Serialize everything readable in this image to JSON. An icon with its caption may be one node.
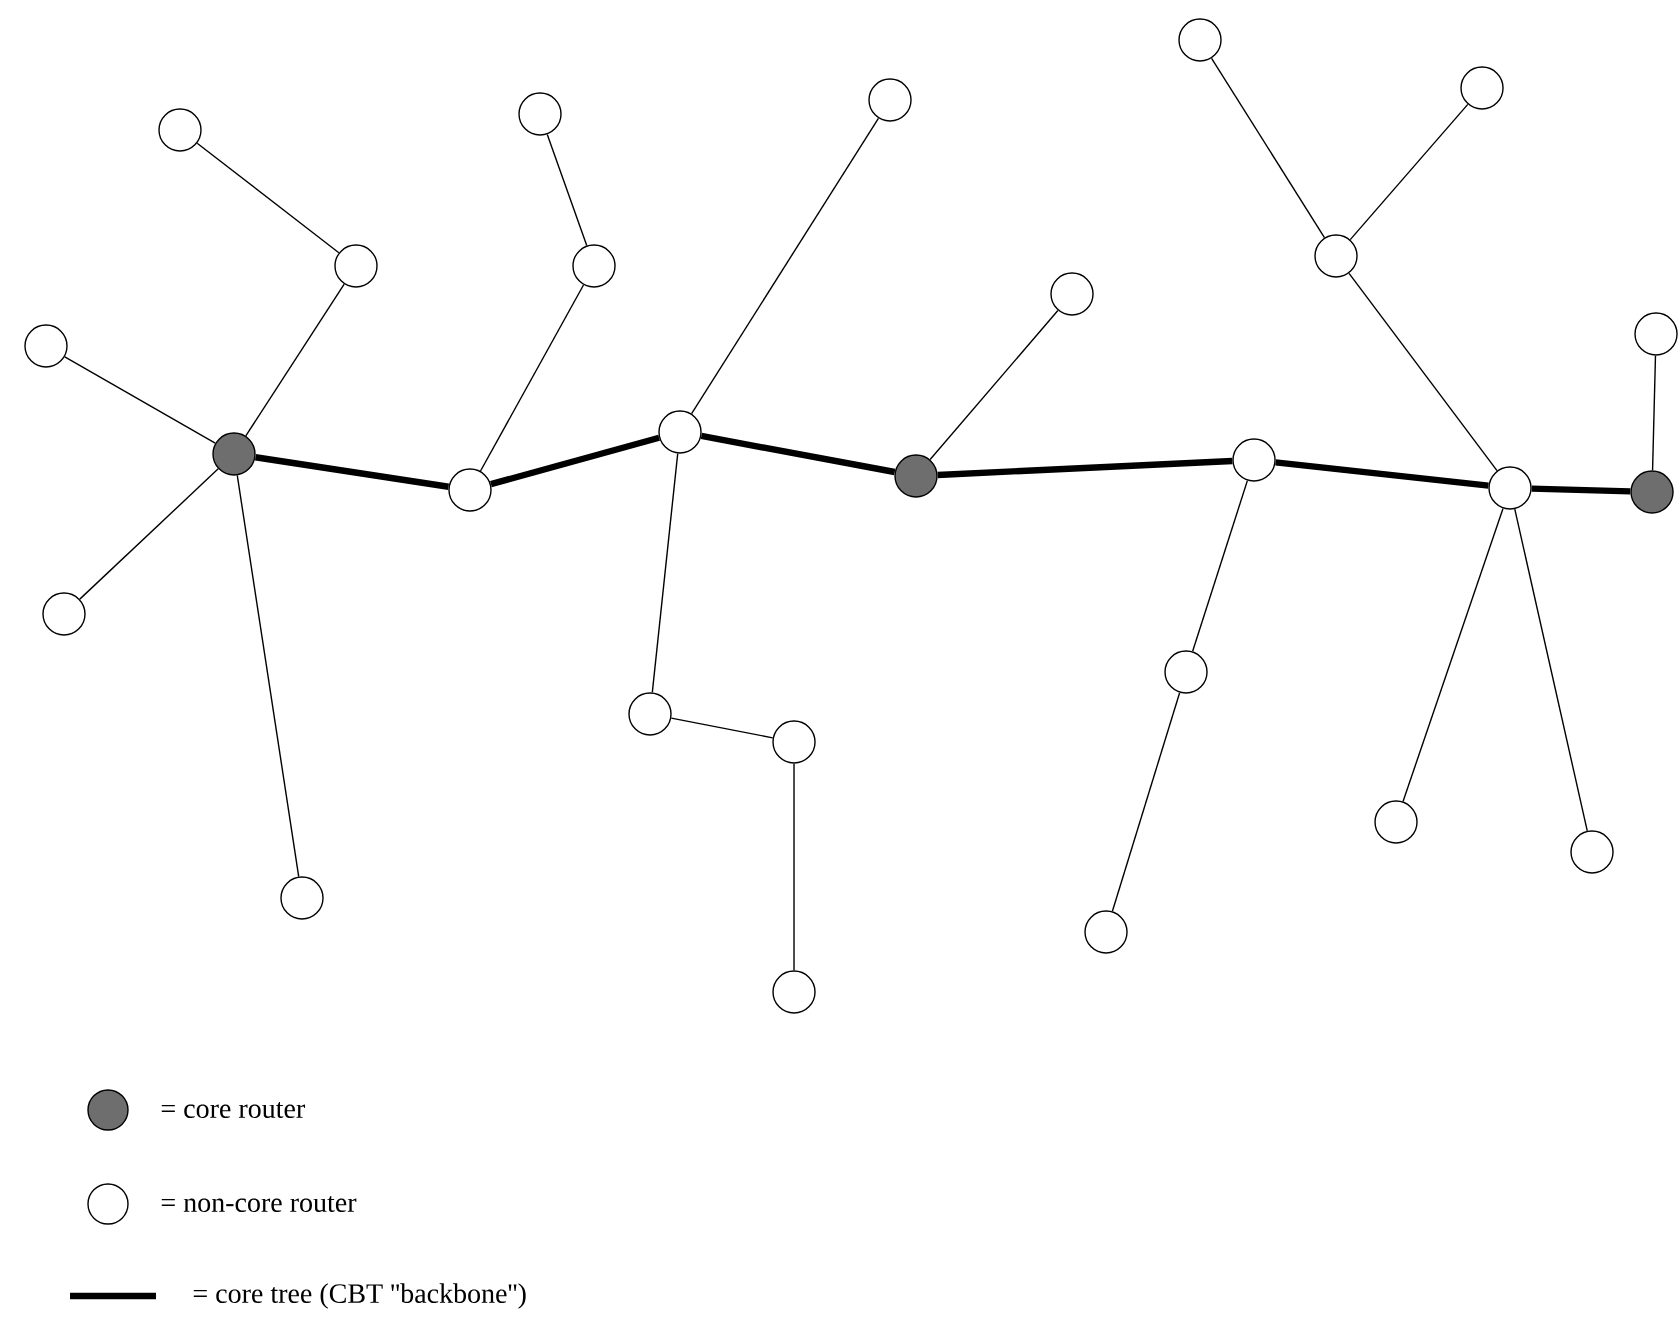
{
  "diagram": {
    "nodes": [
      {
        "text": [],
        "shape": "circle"
      },
      {
        "text": [],
        "shape": "circle"
      },
      {
        "text": [],
        "shape": "circle"
      },
      {
        "text": [],
        "shape": "circle"
      },
      {
        "text": [],
        "shape": "circle"
      },
      {
        "text": [],
        "shape": "circle"
      },
      {
        "text": [],
        "shape": "circle"
      },
      {
        "text": [],
        "shape": "circle"
      },
      {
        "text": [],
        "shape": "circle"
      },
      {
        "text": [],
        "shape": "circle"
      },
      {
        "text": [],
        "shape": "circle"
      },
      {
        "text": [],
        "shape": "circle"
      },
      {
        "text": [],
        "shape": "circle"
      },
      {
        "text": [],
        "shape": "circle"
      },
      {
        "text": [],
        "shape": "circle"
      },
      {
        "text": [],
        "shape": "circle"
      },
      {
        "text": [],
        "shape": "circle"
      },
      {
        "text": [],
        "shape": "circle"
      },
      {
        "text": [],
        "shape": "circle"
      },
      {
        "text": [],
        "shape": "circle"
      },
      {
        "text": [],
        "shape": "circle"
      },
      {
        "text": [],
        "shape": "circle"
      },
      {
        "text": [],
        "shape": "circle"
      },
      {
        "text": [],
        "shape": "circle"
      },
      {
        "text": [],
        "shape": "circle"
      },
      {
        "text": [],
        "shape": "circle"
      },
      {
        "text": [],
        "shape": "circle"
      }
    ],
    "edges": [
      {
        "from": 2,
        "to": 5,
        "arrow": "none"
      },
      {
        "from": 5,
        "to": 3,
        "arrow": "none"
      },
      {
        "from": 0,
        "to": 3,
        "arrow": "none"
      },
      {
        "from": 1,
        "to": 3,
        "arrow": "none"
      },
      {
        "from": 4,
        "to": 3,
        "arrow": "none"
      },
      {
        "from": 7,
        "to": 8,
        "arrow": "none"
      },
      {
        "from": 8,
        "to": 6,
        "arrow": "none"
      },
      {
        "from": 13,
        "to": 10,
        "arrow": "none"
      },
      {
        "from": 10,
        "to": 9,
        "arrow": "none"
      },
      {
        "from": 9,
        "to": 11,
        "arrow": "none"
      },
      {
        "from": 11,
        "to": 12,
        "arrow": "none"
      },
      {
        "from": 15,
        "to": 14,
        "arrow": "none"
      },
      {
        "from": 19,
        "to": 17,
        "arrow": "none"
      },
      {
        "from": 17,
        "to": 16,
        "arrow": "none"
      },
      {
        "from": 18,
        "to": 20,
        "arrow": "none"
      },
      {
        "from": 22,
        "to": 20,
        "arrow": "none"
      },
      {
        "from": 20,
        "to": 23,
        "arrow": "none"
      },
      {
        "from": 23,
        "to": 21,
        "arrow": "none"
      },
      {
        "from": 23,
        "to": 24,
        "arrow": "none"
      },
      {
        "from": 26,
        "to": 25,
        "arrow": "none"
      },
      {
        "from": 3,
        "to": 6,
        "arrow": "none",
        "style": "thick"
      },
      {
        "from": 6,
        "to": 10,
        "arrow": "none",
        "style": "thick"
      },
      {
        "from": 10,
        "to": 14,
        "arrow": "none",
        "style": "thick"
      },
      {
        "from": 14,
        "to": 19,
        "arrow": "none",
        "style": "thick"
      },
      {
        "from": 19,
        "to": 23,
        "arrow": "none",
        "style": "thick"
      },
      {
        "from": 23,
        "to": 25,
        "arrow": "none",
        "style": "thick"
      }
    ],
    "legend": [
      {
        "text": "= core router"
      },
      {
        "text": "= non-core router"
      },
      {
        "text": "= core tree (CBT ''backbone'')"
      }
    ]
  }
}
